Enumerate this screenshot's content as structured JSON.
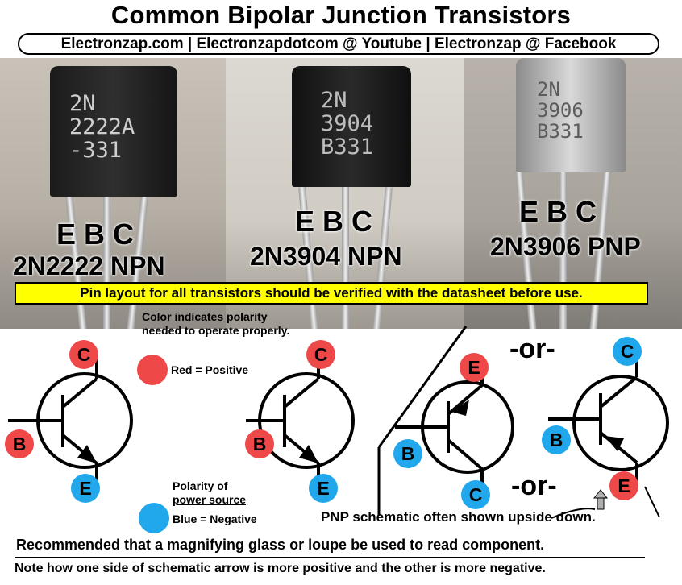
{
  "title": "Common Bipolar Junction Transistors",
  "byline": "Electronzap.com | Electronzapdotcom @ Youtube | Electronzap @ Facebook",
  "transistors": [
    {
      "part": "2N2222 NPN",
      "marking": "2N\n2222A\n-331",
      "pins": [
        "E",
        "B",
        "C"
      ]
    },
    {
      "part": "2N3904 NPN",
      "marking": "2N\n3904\nB331",
      "pins": [
        "E",
        "B",
        "C"
      ]
    },
    {
      "part": "2N3906 PNP",
      "marking": "2N\n3906\nB331",
      "pins": [
        "E",
        "B",
        "C"
      ]
    }
  ],
  "warning": "Pin layout for all transistors should be verified with the datasheet before use.",
  "legend": {
    "color_note": "Color indicates polarity needed to operate properly.",
    "red_label": "Red = Positive",
    "polarity_line1": "Polarity of",
    "polarity_line2": "power source",
    "blue_label": "Blue = Negative",
    "red_color": "#ee4848",
    "blue_color": "#21a8ec"
  },
  "badges": {
    "c": "C",
    "b": "B",
    "e": "E"
  },
  "or_text": "-or-",
  "pnp_note": "PNP schematic often shown upside down.",
  "footer": {
    "line1": "Recommended that a magnifying glass or loupe be used to read component.",
    "line2": "Note how one side of schematic arrow is more positive and the other is more negative."
  }
}
